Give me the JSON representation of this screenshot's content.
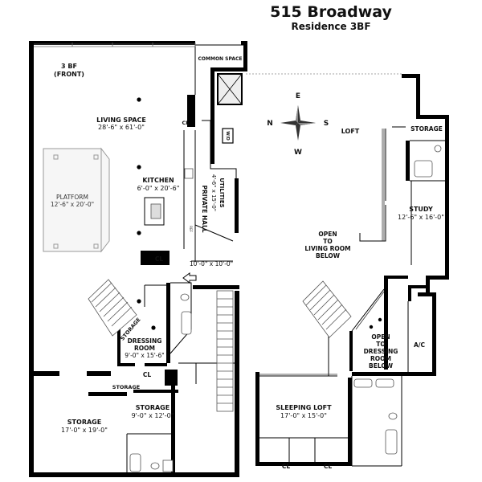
{
  "header": {
    "title": "515 Broadway",
    "subtitle": "Residence 3BF"
  },
  "lower_level": {
    "unit_label_1": "3 BF",
    "unit_label_2": "(FRONT)",
    "common_space": "COMMON SPACE",
    "living_space": {
      "name": "LIVING SPACE",
      "dims": "28'-6\" x 61'-0\""
    },
    "platform": {
      "name": "PLATFORM",
      "dims": "12'-6\" x 20'-0\""
    },
    "kitchen": {
      "name": "KITCHEN",
      "dims": "6'-0\" x 20'-6\""
    },
    "utilities": {
      "name": "UTILITIES",
      "dims": "4'-6\" x 15'-0\""
    },
    "private_hall": "PRIVATE HALL",
    "hall_dims": "10'-0\" x 10'-0\"",
    "wd": "W/D",
    "ref": "REF",
    "closet_1": "CL",
    "closet_2": "CL",
    "closet_3": "CL",
    "storage_stair": "STORAGE",
    "dressing_room": {
      "name_1": "DRESSING",
      "name_2": "ROOM",
      "dims": "9'-0\" x 15'-6\""
    },
    "storage_small": "STORAGE",
    "storage_mid": {
      "name": "STORAGE",
      "dims": "9'-0\" x 12'-0\""
    },
    "storage_large": {
      "name": "STORAGE",
      "dims": "17'-0\" x 19'-0\""
    }
  },
  "upper_level": {
    "compass": {
      "n": "N",
      "s": "S",
      "e": "E",
      "w": "W"
    },
    "loft": "LOFT",
    "storage": "STORAGE",
    "study": {
      "name": "STUDY",
      "dims": "12'-6\" x 16'-0\""
    },
    "open_living": {
      "l1": "OPEN",
      "l2": "TO",
      "l3": "LIVING ROOM",
      "l4": "BELOW"
    },
    "open_dressing": {
      "l1": "OPEN",
      "l2": "TO",
      "l3": "DRESSING",
      "l4": "ROOM",
      "l5": "BELOW"
    },
    "ac": "A/C",
    "sleeping_loft": {
      "name": "SLEEPING LOFT",
      "dims": "17'-0\" x 15'-0\""
    },
    "closet_1": "CL",
    "closet_2": "CL"
  }
}
